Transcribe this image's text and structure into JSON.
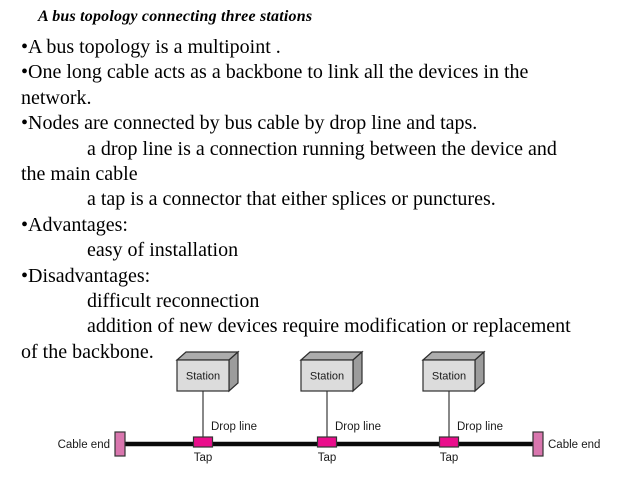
{
  "slide": {
    "title": "A bus topology connecting three stations",
    "lines": [
      {
        "text": "•A bus topology is a multipoint ."
      },
      {
        "text": "•One long cable acts as a backbone to link all the devices in the"
      },
      {
        "text": "network."
      },
      {
        "text": "•Nodes are connected by bus cable by drop line and taps."
      },
      {
        "text": "a drop line is a connection running between the device and"
      },
      {
        "text": "the main cable"
      },
      {
        "text": "a tap is a connector that either splices or punctures."
      },
      {
        "text": "•Advantages:"
      },
      {
        "text": "easy of installation"
      },
      {
        "text": "•Disadvantages:"
      },
      {
        "text": "difficult reconnection"
      },
      {
        "text": "addition of new devices require modification or replacement"
      },
      {
        "text": "of the backbone."
      }
    ]
  },
  "diagram": {
    "station_label": "Station",
    "drop_line_label": "Drop line",
    "tap_label": "Tap",
    "cable_end_label": "Cable end",
    "colors": {
      "tap": "#EA0D8C",
      "cable_end": "#D976AE",
      "station_front": "#DCDCDC",
      "station_top": "#ADADAD",
      "station_side": "#9C9C9C",
      "cable": "#0a0a0a"
    }
  }
}
